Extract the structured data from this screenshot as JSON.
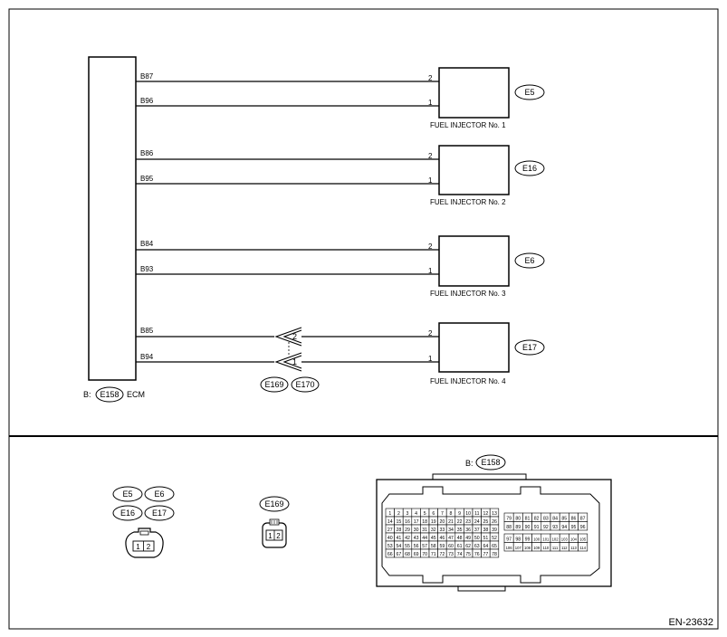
{
  "ecm": {
    "label": "ECM",
    "prefix": "B:",
    "connector": "E158"
  },
  "injectors": [
    {
      "name": "FUEL INJECTOR No. 1",
      "connector": "E5",
      "wires": [
        {
          "ecm_pin": "B87",
          "pin": "2"
        },
        {
          "ecm_pin": "B96",
          "pin": "1"
        }
      ]
    },
    {
      "name": "FUEL INJECTOR No. 2",
      "connector": "E16",
      "wires": [
        {
          "ecm_pin": "B86",
          "pin": "2"
        },
        {
          "ecm_pin": "B95",
          "pin": "1"
        }
      ]
    },
    {
      "name": "FUEL INJECTOR No. 3",
      "connector": "E6",
      "wires": [
        {
          "ecm_pin": "B84",
          "pin": "2"
        },
        {
          "ecm_pin": "B93",
          "pin": "1"
        }
      ]
    },
    {
      "name": "FUEL INJECTOR No. 4",
      "connector": "E17",
      "wires": [
        {
          "ecm_pin": "B85",
          "pin": "2"
        },
        {
          "ecm_pin": "B94",
          "pin": "1"
        }
      ]
    }
  ],
  "inline_connector": {
    "pins": [
      "2",
      "1"
    ],
    "connectors": [
      "E169",
      "E170"
    ]
  },
  "views": {
    "injector_connectors": [
      "E5",
      "E6",
      "E16",
      "E17"
    ],
    "injector_pins": [
      "1",
      "2"
    ],
    "inline_connector": "E169",
    "inline_pins": [
      "1",
      "2"
    ],
    "ecm_connector_prefix": "B:",
    "ecm_connector": "E158",
    "ecm_left_rows": [
      [
        "1",
        "2",
        "3",
        "4",
        "5",
        "6",
        "7",
        "8",
        "9",
        "10",
        "11",
        "12",
        "13"
      ],
      [
        "14",
        "15",
        "16",
        "17",
        "18",
        "19",
        "20",
        "21",
        "22",
        "23",
        "24",
        "25",
        "26"
      ],
      [
        "27",
        "28",
        "29",
        "30",
        "31",
        "32",
        "33",
        "34",
        "35",
        "36",
        "37",
        "38",
        "39"
      ],
      [
        "40",
        "41",
        "42",
        "43",
        "44",
        "45",
        "46",
        "47",
        "48",
        "49",
        "50",
        "51",
        "52"
      ],
      [
        "53",
        "54",
        "55",
        "56",
        "57",
        "58",
        "59",
        "60",
        "61",
        "62",
        "63",
        "64",
        "65"
      ],
      [
        "66",
        "67",
        "68",
        "69",
        "70",
        "71",
        "72",
        "73",
        "74",
        "75",
        "76",
        "77",
        "78"
      ]
    ],
    "ecm_right_rows": [
      [
        "79",
        "80",
        "81",
        "82",
        "83",
        "84",
        "85",
        "86",
        "87"
      ],
      [
        "88",
        "89",
        "90",
        "91",
        "92",
        "93",
        "94",
        "95",
        "96"
      ],
      [
        "97",
        "98",
        "99",
        "100",
        "101",
        "102",
        "103",
        "104",
        "105"
      ],
      [
        "106",
        "107",
        "108",
        "109",
        "110",
        "111",
        "112",
        "113",
        "114"
      ]
    ]
  },
  "figure_code": "EN-23632"
}
